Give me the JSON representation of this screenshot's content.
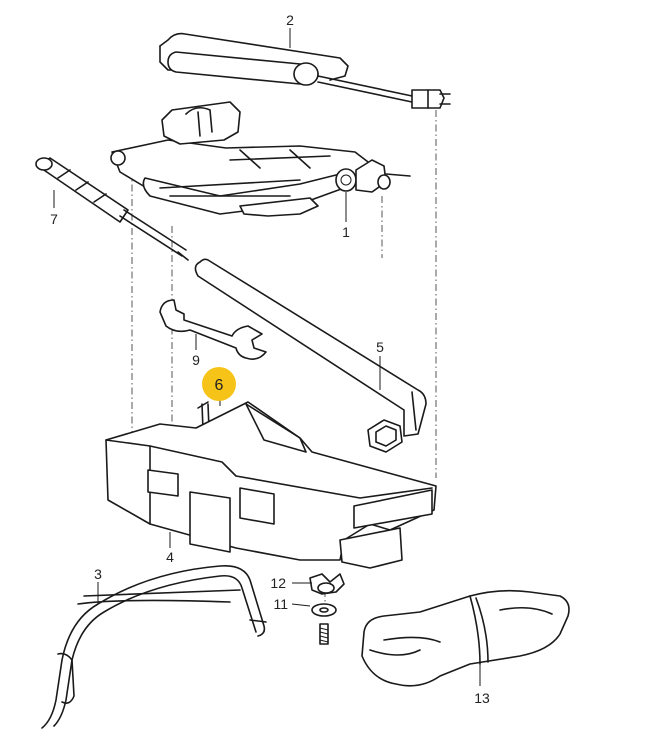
{
  "diagram": {
    "highlight_color": "#f6c419",
    "parts": [
      {
        "id": "jack",
        "label": "1"
      },
      {
        "id": "jack-handle",
        "label": "2"
      },
      {
        "id": "spare-wheel-clamp",
        "label": "3"
      },
      {
        "id": "tool-tray",
        "label": "4"
      },
      {
        "id": "wheel-brace",
        "label": "5"
      },
      {
        "id": "wire-clip",
        "label": "6",
        "highlighted": true
      },
      {
        "id": "screwdriver",
        "label": "7"
      },
      {
        "id": "open-end-spanner",
        "label": "9"
      },
      {
        "id": "washer",
        "label": "11"
      },
      {
        "id": "wing-nut",
        "label": "12"
      },
      {
        "id": "tool-bag",
        "label": "13"
      }
    ]
  }
}
